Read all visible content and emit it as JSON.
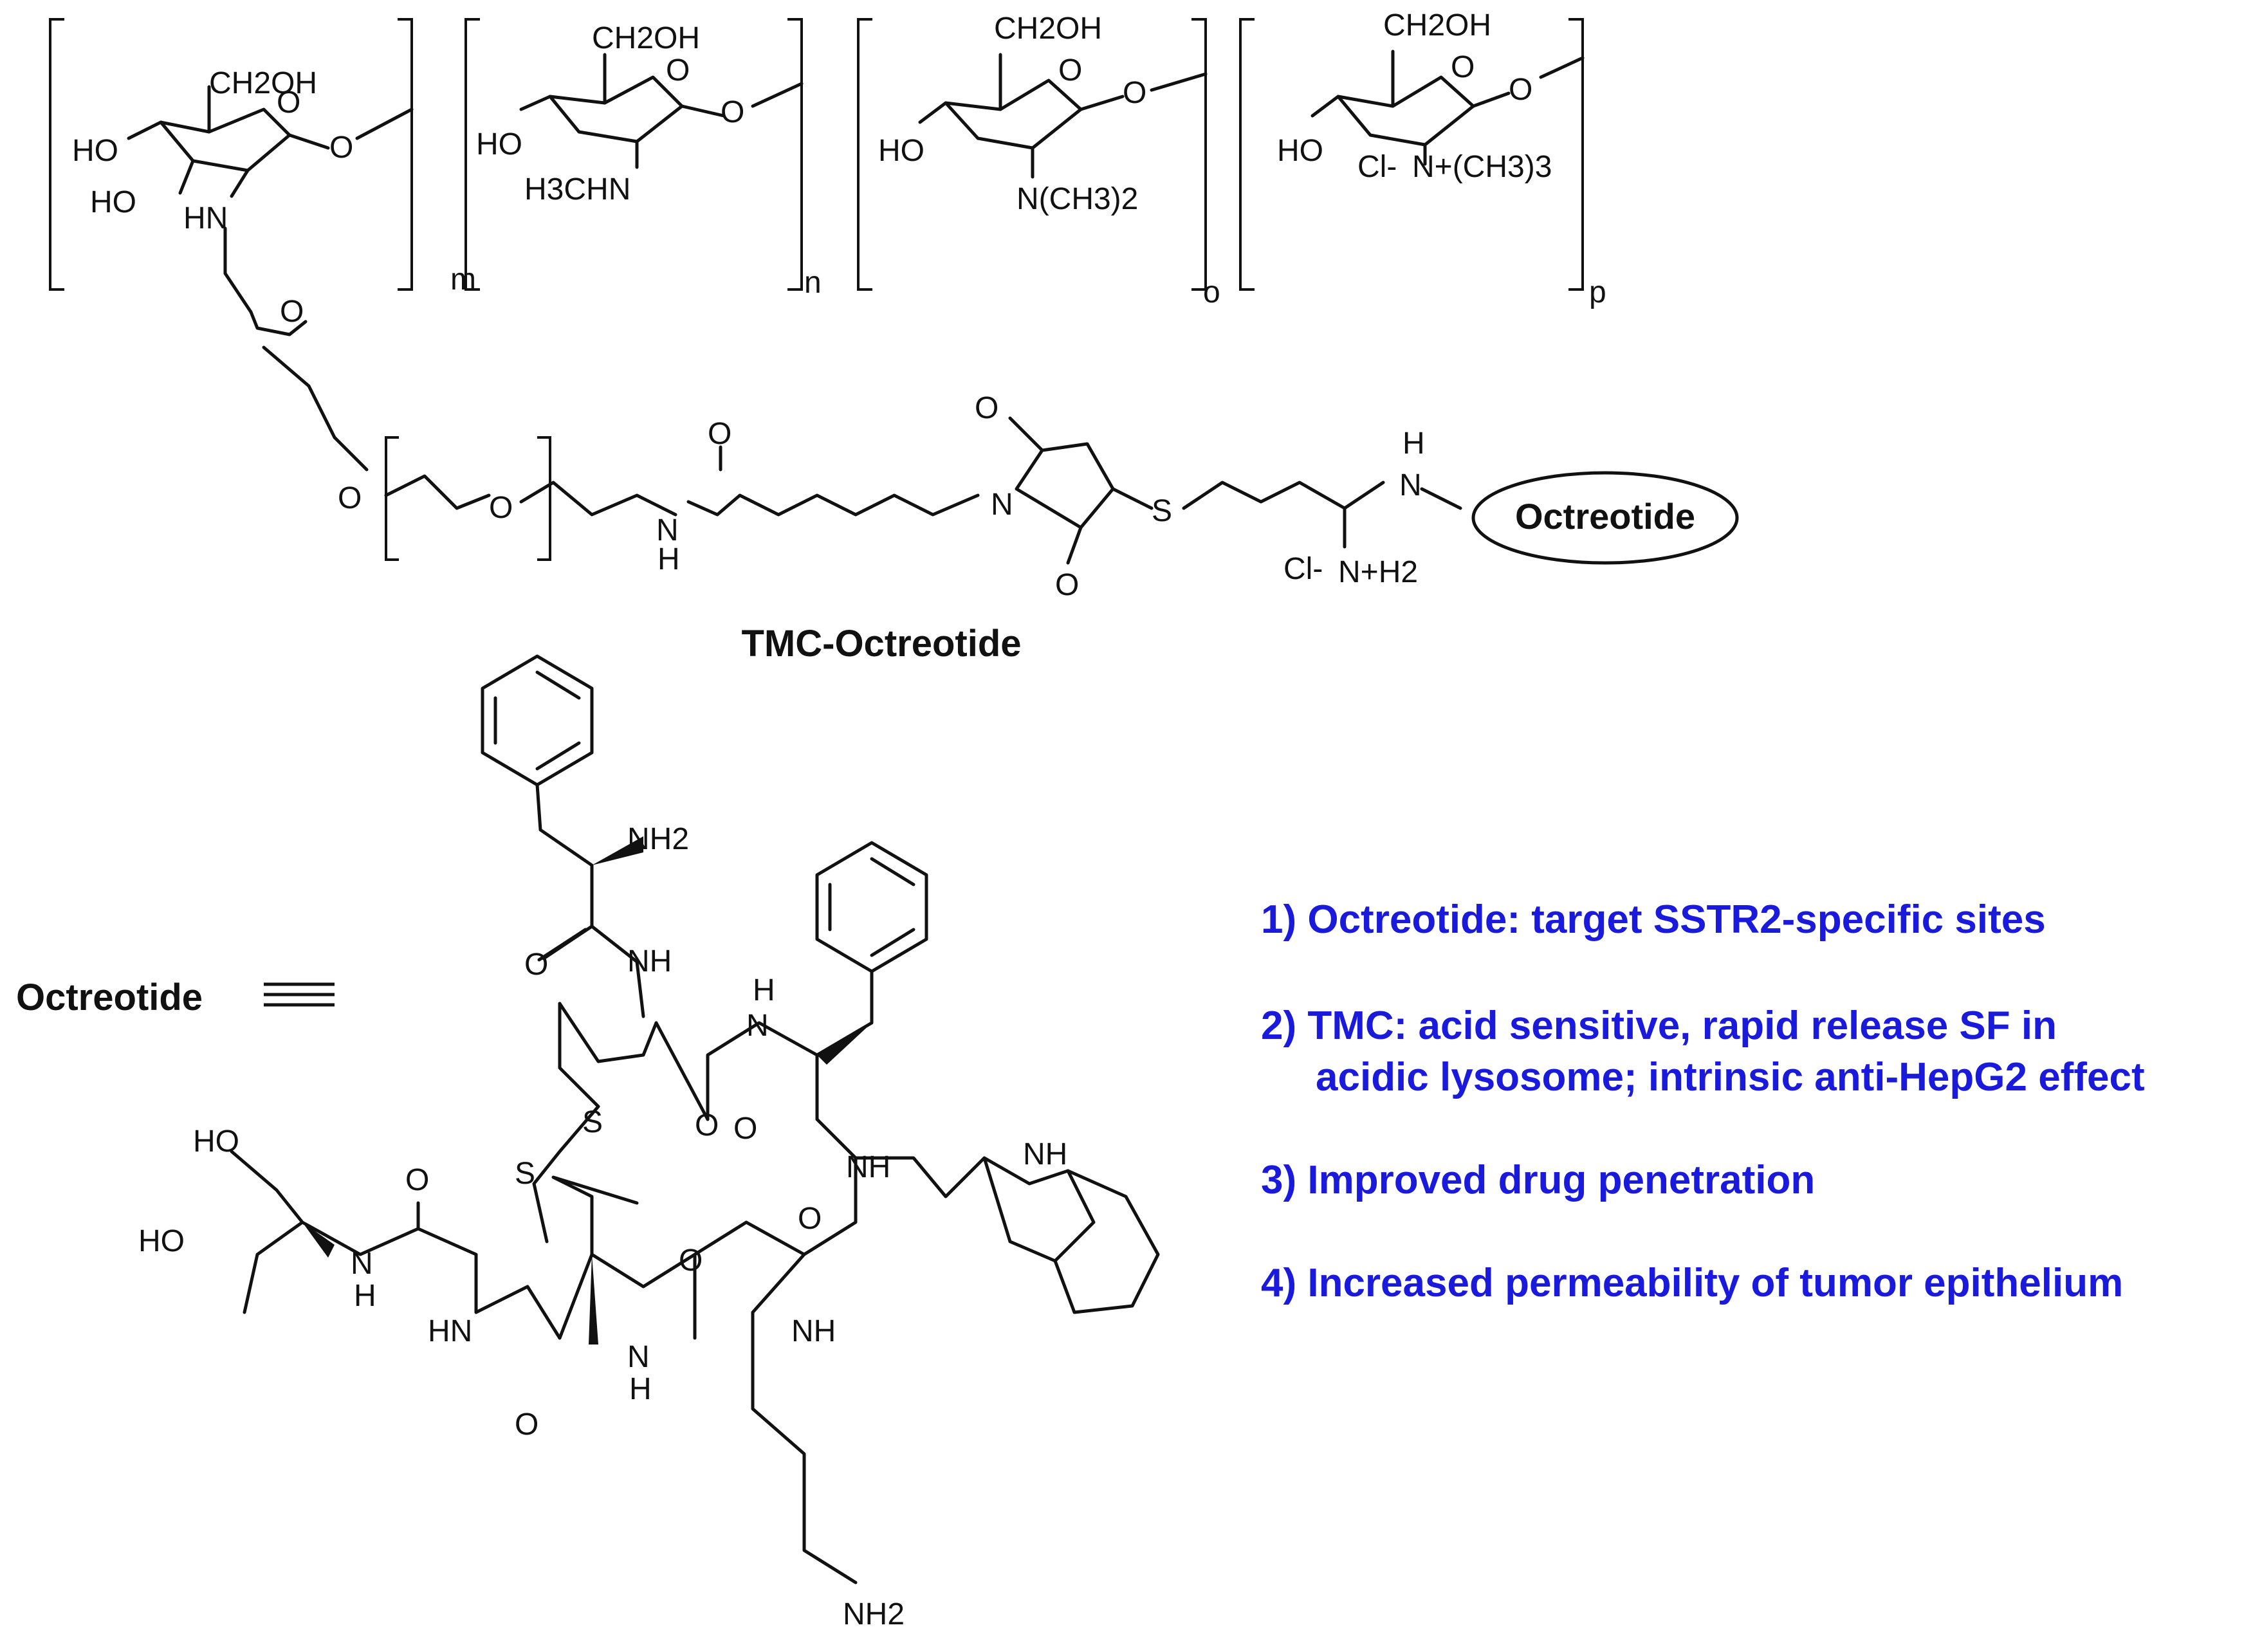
{
  "polymer": {
    "repeat_units": [
      {
        "subscript": "m",
        "groups": [
          "CH2OH",
          "HO",
          "HO",
          "HN",
          "O",
          "O"
        ]
      },
      {
        "subscript": "n",
        "groups": [
          "CH2OH",
          "HO",
          "H3CHN",
          "O",
          "O"
        ]
      },
      {
        "subscript": "o",
        "groups": [
          "CH2OH",
          "HO",
          "N(CH3)2",
          "O",
          "O"
        ]
      },
      {
        "subscript": "p",
        "groups": [
          "CH2OH",
          "HO",
          "Cl-",
          "N+(CH3)3",
          "O",
          "O"
        ]
      }
    ],
    "linker": {
      "atoms": [
        "O",
        "O",
        "O",
        "O",
        "N",
        "H",
        "N",
        "O",
        "O",
        "S",
        "N",
        "H",
        "Cl-",
        "N+H2"
      ],
      "target_label": "Octreotide"
    },
    "caption": "TMC-Octreotide"
  },
  "octreotide_structure": {
    "label": "Octreotide",
    "equivalence_symbol": "≡",
    "atoms": [
      "NH2",
      "O",
      "NH",
      "H",
      "N",
      "O",
      "S",
      "S",
      "O",
      "NH",
      "NH",
      "HO",
      "O",
      "HO",
      "N",
      "H",
      "HN",
      "O",
      "N",
      "H",
      "O",
      "NH",
      "O",
      "NH2"
    ]
  },
  "key_points": [
    {
      "line1": "1) Octreotide: target SSTR2-specific sites"
    },
    {
      "line1": "2) TMC: acid sensitive, rapid release SF in",
      "line2": "acidic lysosome; intrinsic anti-HepG2 effect"
    },
    {
      "line1": "3) Improved drug penetration"
    },
    {
      "line1": "4) Increased permeability of tumor epithelium"
    }
  ],
  "colors": {
    "key_points": "#1a1adc",
    "structure": "#111111"
  }
}
